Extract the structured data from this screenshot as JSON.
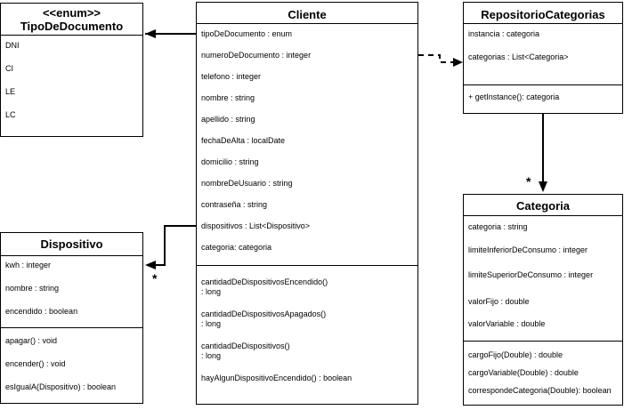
{
  "tipo": {
    "stereotype": "<<enum>>",
    "name": "TipoDeDocumento",
    "values": [
      "DNI",
      "CI",
      "LE",
      "LC"
    ]
  },
  "cliente": {
    "name": "Cliente",
    "attributes": [
      "tipoDeDocumento : enum",
      "numeroDeDocumento : integer",
      "telefono : integer",
      "nombre : string",
      "apellido : string",
      "fechaDeAlta : localDate",
      "domicilio : string",
      "nombreDeUsuario : string",
      "contraseña : string",
      "dispositivos : List<Dispositivo>",
      "categoria: categoria"
    ],
    "methods": [
      {
        "l1": "cantidadDeDispositivosEncendido()",
        "l2": ": long"
      },
      {
        "l1": "cantidadDeDispositivosApagados()",
        "l2": ": long"
      },
      {
        "l1": "cantidadDeDispositivos()",
        "l2": ": long"
      },
      {
        "l1": "hayAlgunDispositivoEncendido() : boolean",
        "l2": ""
      }
    ]
  },
  "repositorio": {
    "name": "RepositorioCategorias",
    "attributes": [
      "instancia : categoria",
      "categorias : List<Categoria>"
    ],
    "methods": [
      "+ getInstance(): categoria"
    ]
  },
  "dispositivo": {
    "name": "Dispositivo",
    "attributes": [
      "kwh : integer",
      "nombre : string",
      "encendido : boolean"
    ],
    "methods": [
      "apagar() : void",
      "encender() : void",
      "esIgualA(Dispositivo) : boolean"
    ]
  },
  "categoria": {
    "name": "Categoria",
    "attributes": [
      "categoria : string",
      "limiteInferiorDeConsumo : integer",
      "limiteSuperiorDeConsumo : integer",
      "valorFijo : double",
      "valorVariable : double"
    ],
    "methods": [
      "cargoFijo(Double) : double",
      "cargoVariable(Double) : double",
      "correspondeCategoria(Double): boolean"
    ]
  },
  "multiplicities": {
    "dispositivos": "*",
    "categoria": "*"
  },
  "colors": {
    "line": "#000000",
    "background": "#ffffff"
  }
}
